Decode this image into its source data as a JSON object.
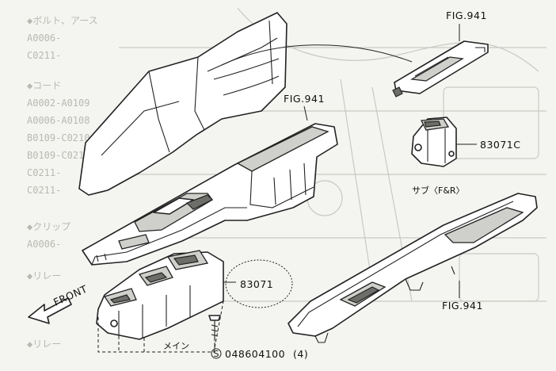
{
  "labels": {
    "fig_top_right": "FIG.941",
    "fig_center": "FIG.941",
    "fig_bottom_right": "FIG.941",
    "part_sub_switch": "83071C",
    "sub_caption": "サブ〈F&R〉",
    "part_main_switch": "83071",
    "main_caption": "メイン",
    "front_arrow": "FRONT",
    "screw_symbol": "S",
    "screw_part": "048604100",
    "screw_qty": "(4)"
  },
  "background_text": {
    "header": "◆ボルト、アース",
    "row1": "A0006-",
    "row2": "C0211-",
    "section2": "◆コード",
    "row3": "A0002-A0109",
    "row4": "A0006-A0108",
    "row5": "B0109-C0210",
    "row6": "B0109-C0210",
    "row7": "C0211-",
    "row8": "C0211-",
    "section3": "◆クリップ",
    "row9": "A0006-",
    "section4": "◆リレー",
    "section5": "◆リレー"
  }
}
